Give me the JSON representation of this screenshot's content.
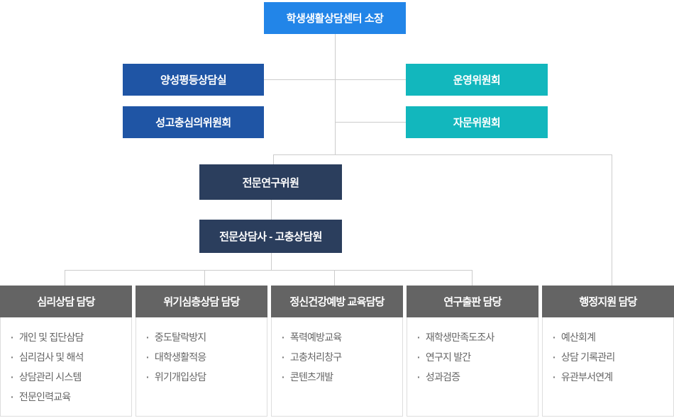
{
  "colors": {
    "director": "#2285e8",
    "left_branch": "#1f55a5",
    "right_branch": "#12b7bd",
    "center_branch": "#2b3e5d",
    "team_header": "#646464",
    "line": "#cccccc",
    "body_border": "#dddddd",
    "item_text": "#666666"
  },
  "bullet": "·",
  "nodes": {
    "director": "학생생활상담센터 소장",
    "left": [
      "양성평등상담실",
      "성고충심의위원회"
    ],
    "right": [
      "운영위원회",
      "자문위원회"
    ],
    "center": [
      "전문연구위원",
      "전문상담사 - 고충상담원"
    ]
  },
  "teams": [
    {
      "title": "심리상담 담당",
      "items": [
        "개인 및 집단삼담",
        "심리검사 및 해석",
        "상담관리 시스템",
        "전문인력교육"
      ]
    },
    {
      "title": "위기심층상담 담당",
      "items": [
        "중도탈락방지",
        "대학생활적응",
        "위기개입상담"
      ]
    },
    {
      "title": "정신건강예방 교육담당",
      "items": [
        "폭력예방교육",
        "고충처리창구",
        "콘텐츠개발"
      ]
    },
    {
      "title": "연구출판 담당",
      "items": [
        "재학생만족도조사",
        "연구지 발간",
        "성과검증"
      ]
    },
    {
      "title": "행정지원 담당",
      "items": [
        "예산회계",
        "상담 기록관리",
        "유관부서연계"
      ]
    }
  ]
}
